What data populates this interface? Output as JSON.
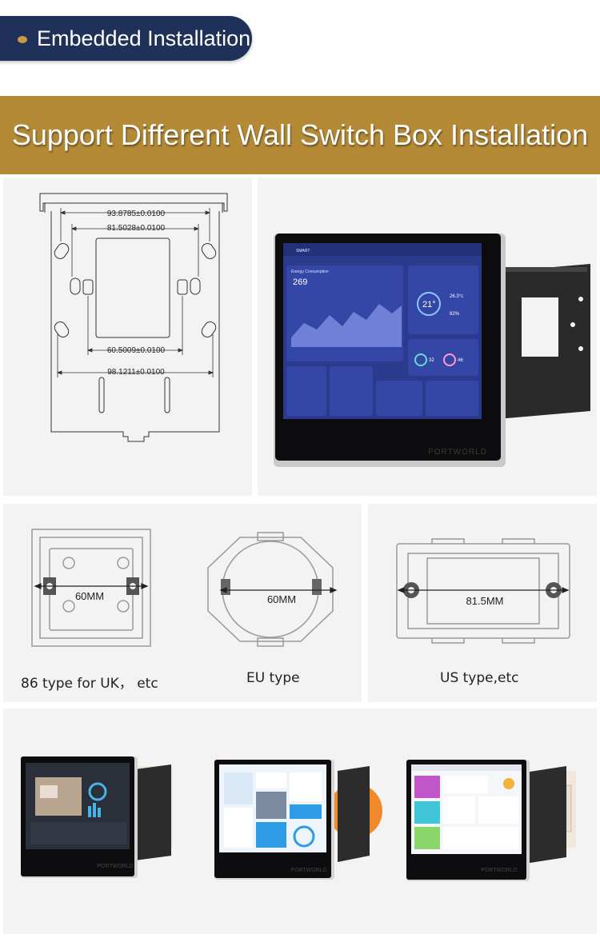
{
  "header": {
    "pill_text": "Embedded Installation",
    "banner_text": "Support Different Wall Switch Box Installation"
  },
  "drawing": {
    "dim_top_outer": "93.8785±0.0100",
    "dim_top_inner": "81.5028±0.0100",
    "dim_bottom_inner": "60.5009±0.0100",
    "dim_bottom_outer": "98.1211±0.0100"
  },
  "device": {
    "brand": "PORTWORLD",
    "screen": {
      "app_name": "SMART",
      "card_title": "Energy Consumption",
      "energy_value": "269",
      "temperature": "21°",
      "outdoor_temp": "26.3°c",
      "humidity": "82%",
      "stat_a": "32",
      "stat_b": "46"
    }
  },
  "box_types": [
    {
      "measure": "60MM",
      "label": "86 type for UK，  etc"
    },
    {
      "measure": "60MM",
      "label": "EU type"
    },
    {
      "measure": "81.5MM",
      "label": "US type,etc"
    }
  ],
  "colors": {
    "pill_bg": "#1f3158",
    "pill_dot": "#c99a3e",
    "banner_bg": "#b48a36",
    "panel_bg": "#f3f3f3"
  }
}
